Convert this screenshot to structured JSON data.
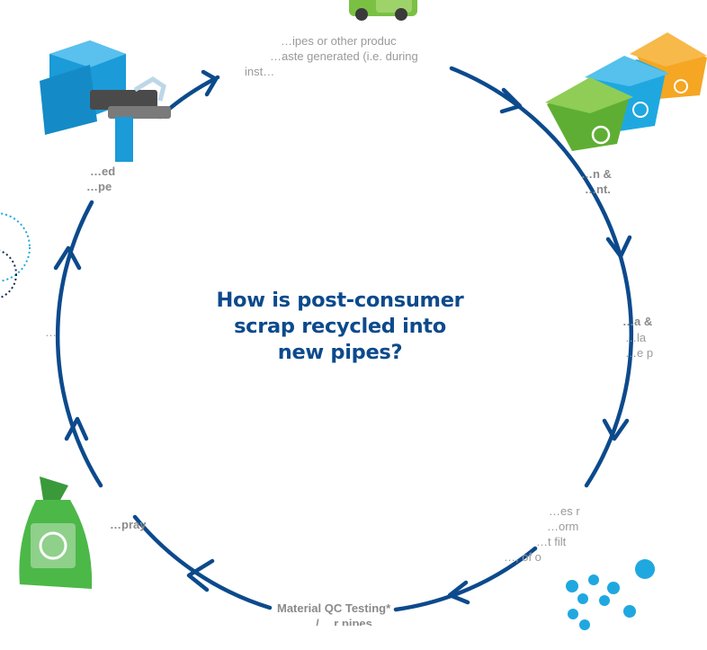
{
  "title_lines": [
    "How is post-consumer",
    "scrap recycled into",
    "new pipes?"
  ],
  "colors": {
    "cycle": "#0c4a8c",
    "title": "#0c4a8c",
    "label_text": "#9a9a9a",
    "bin_green": "#7ac143",
    "bin_blue": "#1fa8e0",
    "bin_orange": "#f5a623",
    "machine_blue": "#1b9bd8",
    "bag_green": "#4cb848",
    "pellet_blue": "#1fa8e0"
  },
  "icons": [
    "truck-icon",
    "recycling-bins-icon",
    "pellets-icon",
    "recycle-bag-icon",
    "extruder-machine-icon",
    "dotted-rings-icon"
  ],
  "fragments": {
    "top_line1": "…ipes or other produc",
    "top_line2": "…aste generated (i.e. during",
    "top_line3": "inst…",
    "right_top_1": "…n &",
    "right_top_2": "…nt.",
    "right_mid_1": "…a &",
    "right_mid_2": "…la",
    "right_mid_3": "…e p",
    "bottom_right_1": "…es r",
    "bottom_right_2": "…orm",
    "bottom_right_3": "…t filt",
    "bottom_right_4": "…, of o",
    "bottom_1": "Material QC Testing*",
    "bottom_2": "…/ …r pipes",
    "left_bottom": "…pray",
    "left_top_1": "…ed",
    "left_top_2": "…pe",
    "left_mid": "…"
  }
}
